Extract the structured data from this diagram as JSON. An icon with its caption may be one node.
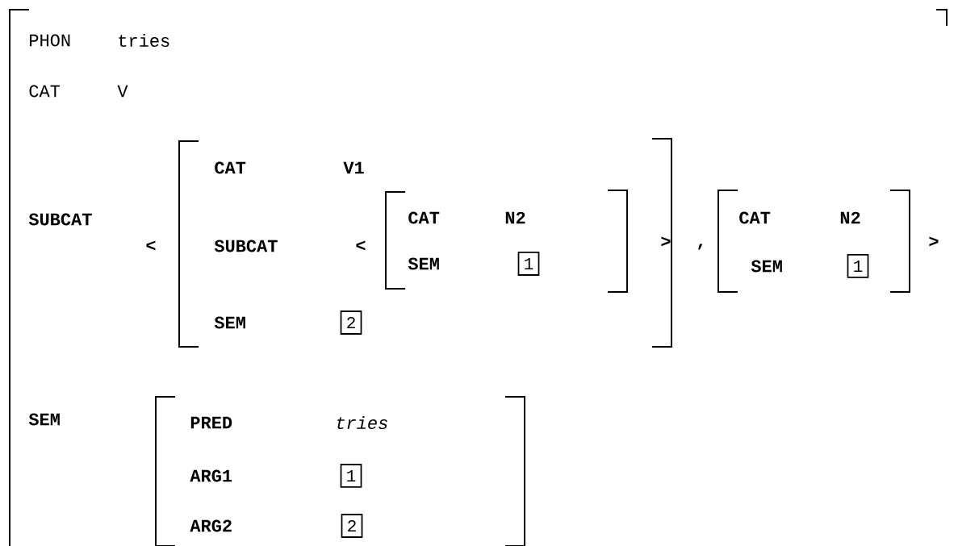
{
  "diagram": {
    "nodes": [
      {
        "text": [
          "1"
        ]
      },
      {
        "text": [
          "1"
        ]
      },
      {
        "text": [
          "2"
        ]
      },
      {
        "text": [
          "1"
        ]
      },
      {
        "text": [
          "2"
        ]
      }
    ],
    "labels": [
      "PHON",
      "tries",
      "CAT",
      "V",
      "CAT",
      "V1",
      "SUBCAT",
      "<",
      "SUBCAT",
      "<",
      "CAT",
      "N2",
      "SEM",
      ">",
      ",",
      "CAT",
      "N2",
      "SEM",
      ">",
      "SEM",
      "SEM",
      "PRED",
      "tries",
      "ARG1",
      "ARG2"
    ]
  }
}
